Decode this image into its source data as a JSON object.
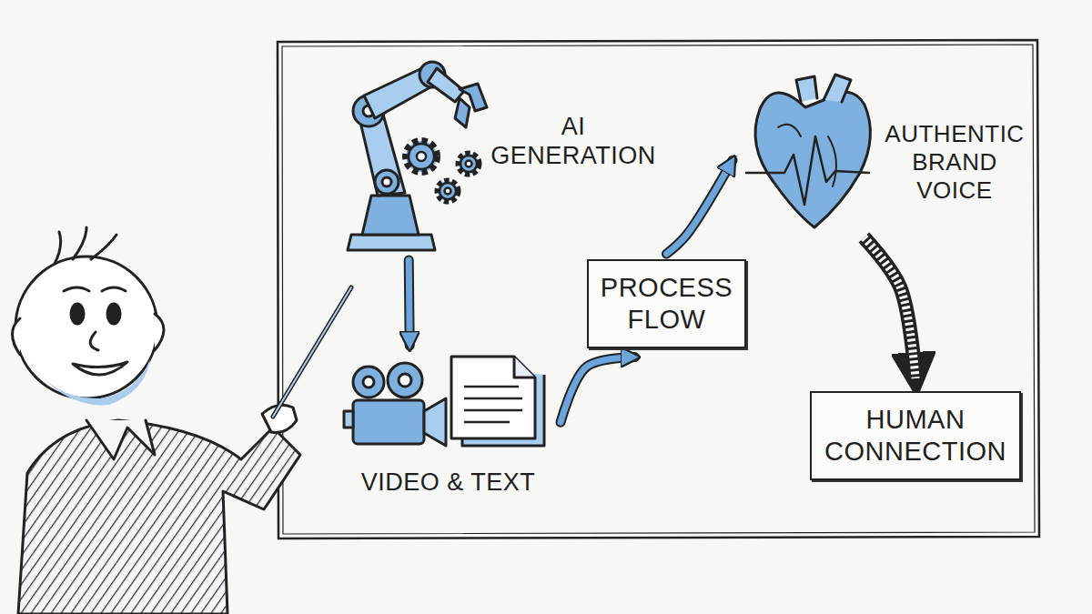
{
  "diagram": {
    "nodes": [
      {
        "text": [
          "AI GENERATION"
        ]
      },
      {
        "text": [
          "VIDEO & TEXT"
        ]
      },
      {
        "text": [
          "PROCESS FLOW"
        ]
      },
      {
        "text": [
          "AUTHENTIC BRAND VOICE"
        ]
      },
      {
        "text": [
          "HUMAN CONNECTION"
        ]
      }
    ],
    "edges": [
      {
        "from": 0,
        "to": 1,
        "arrow": "to"
      },
      {
        "from": 1,
        "to": 2,
        "arrow": "to"
      },
      {
        "from": 2,
        "to": 3,
        "arrow": "to"
      },
      {
        "from": 3,
        "to": 4,
        "arrow": "to"
      }
    ]
  }
}
